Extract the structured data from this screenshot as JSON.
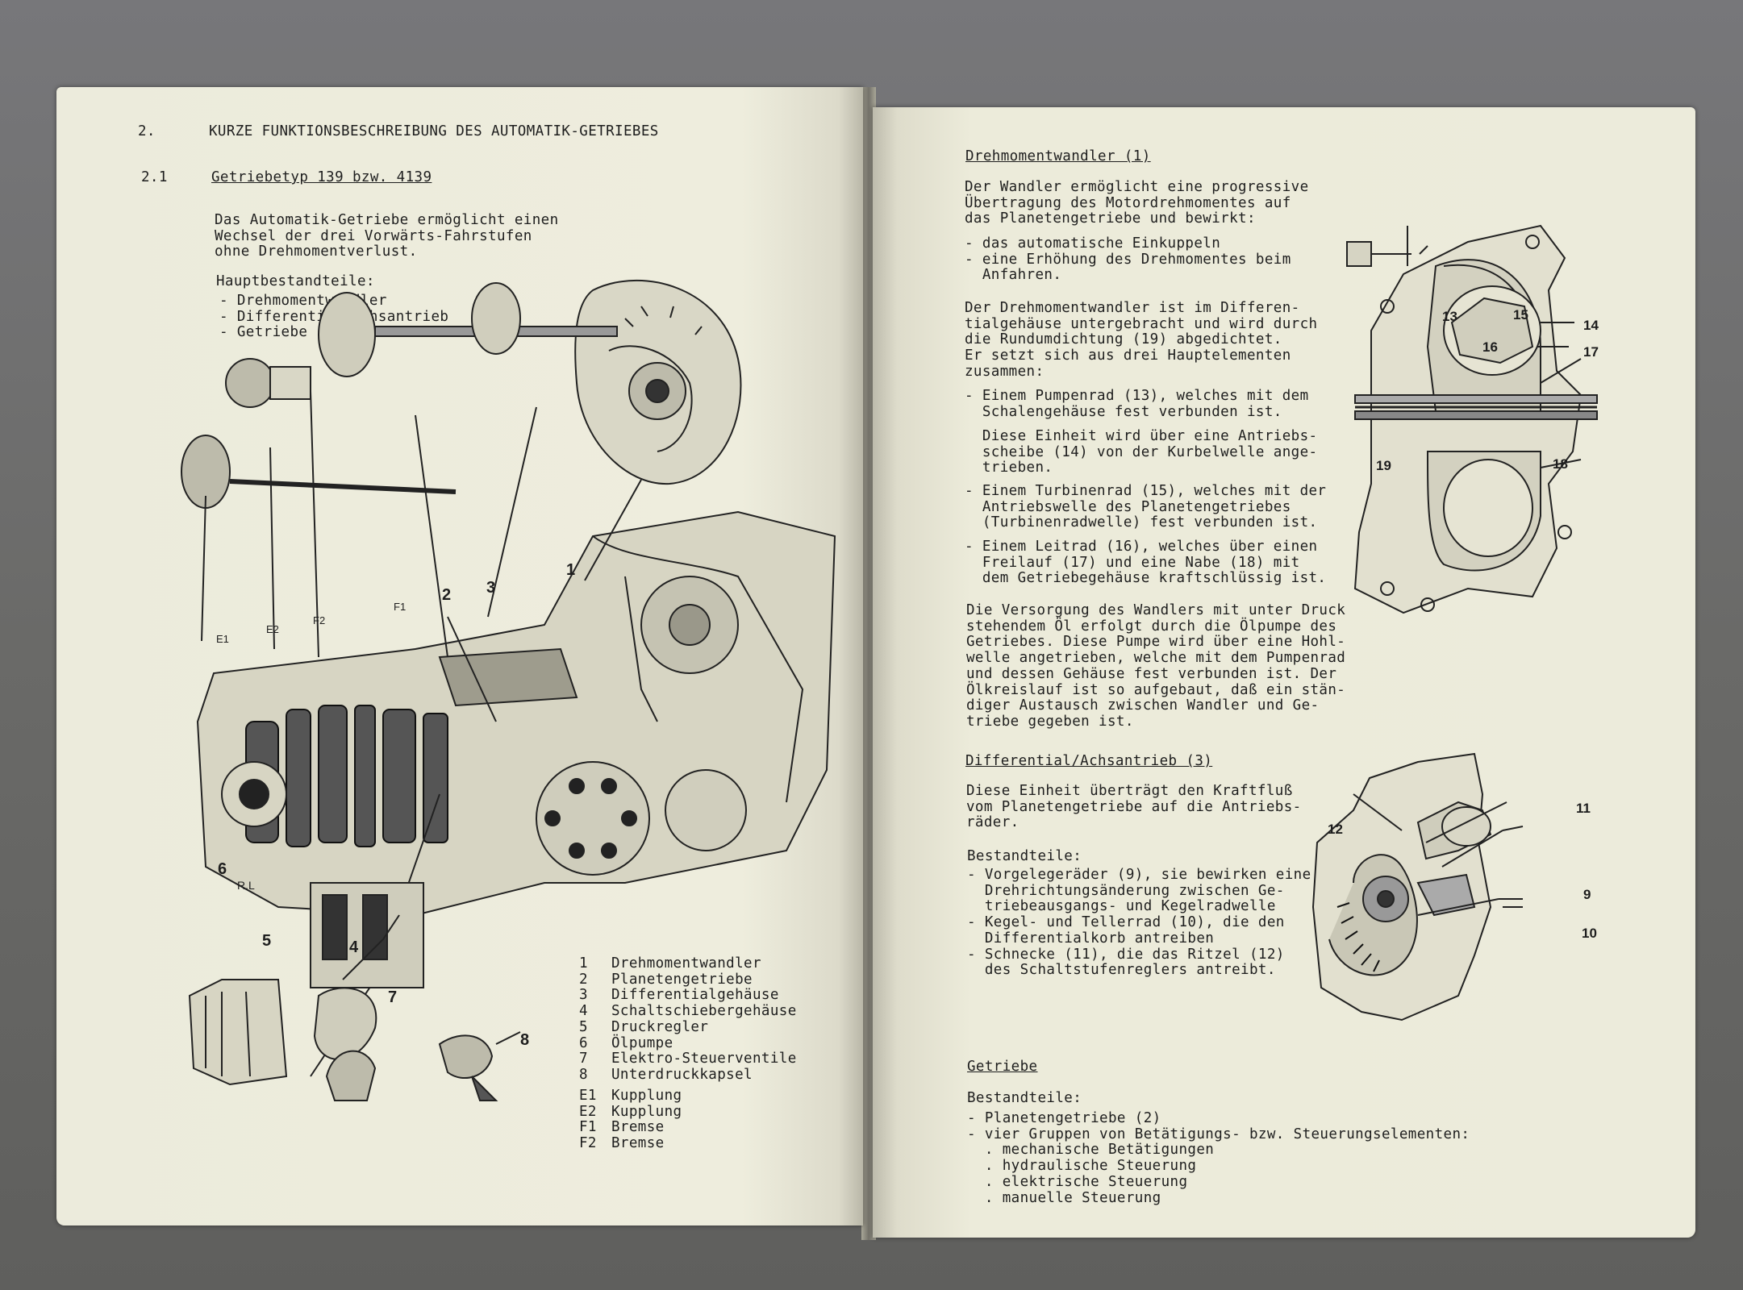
{
  "left": {
    "section_num": "2.",
    "section_title": "KURZE FUNKTIONSBESCHREIBUNG DES AUTOMATIK-GETRIEBES",
    "sub_num": "2.1",
    "sub_title": "Getriebetyp 139 bzw. 4139",
    "intro": [
      "Das Automatik-Getriebe ermöglicht einen",
      "Wechsel der drei Vorwärts-Fahrstufen",
      "ohne Drehmomentverlust."
    ],
    "main_parts_head": "Hauptbestandteile:",
    "main_parts": [
      "- Drehmomentwandler",
      "- Differential/Achsantrieb",
      "- Getriebe"
    ],
    "figure_labels": {
      "n1": "1",
      "n2": "2",
      "n3": "3",
      "n4": "4",
      "n5": "5",
      "n6": "6",
      "n7": "7",
      "n8": "8",
      "e1": "E1",
      "e2": "E2",
      "f1": "F1",
      "f2": "F2",
      "rl": "R.L"
    },
    "legend": [
      {
        "n": "1",
        "t": "Drehmomentwandler"
      },
      {
        "n": "2",
        "t": "Planetengetriebe"
      },
      {
        "n": "3",
        "t": "Differentialgehäuse"
      },
      {
        "n": "4",
        "t": "Schaltschiebergehäuse"
      },
      {
        "n": "5",
        "t": "Druckregler"
      },
      {
        "n": "6",
        "t": "Ölpumpe"
      },
      {
        "n": "7",
        "t": "Elektro-Steuerventile"
      },
      {
        "n": "8",
        "t": "Unterdruckkapsel"
      }
    ],
    "legend2": [
      {
        "n": "E1",
        "t": "Kupplung"
      },
      {
        "n": "E2",
        "t": "Kupplung"
      },
      {
        "n": "F1",
        "t": "Bremse"
      },
      {
        "n": "F2",
        "t": "Bremse"
      }
    ]
  },
  "right": {
    "h1": "Drehmomentwandler (1)",
    "p1": [
      "Der Wandler ermöglicht eine progressive",
      "Übertragung des Motordrehmomentes auf",
      "das Planetengetriebe und bewirkt:"
    ],
    "p1_items": [
      "- das automatische Einkuppeln",
      "- eine Erhöhung des Drehmomentes beim",
      "  Anfahren."
    ],
    "p2": [
      "Der Drehmomentwandler ist im Differen-",
      "tialgehäuse untergebracht und wird durch",
      "die Rundumdichtung (19) abgedichtet.",
      "Er setzt sich aus drei Hauptelementen",
      "zusammen:"
    ],
    "p2_items": [
      [
        "- Einem Pumpenrad (13), welches mit dem",
        "  Schalengehäuse fest verbunden ist."
      ],
      [
        "  Diese Einheit wird über eine Antriebs-",
        "  scheibe (14) von der Kurbelwelle ange-",
        "  trieben."
      ],
      [
        "- Einem Turbinenrad (15), welches mit der",
        "  Antriebswelle des Planetengetriebes",
        "  (Turbinenradwelle) fest verbunden ist."
      ],
      [
        "- Einem Leitrad (16), welches über einen",
        "  Freilauf (17) und eine Nabe (18) mit",
        "  dem Getriebegehäuse kraftschlüssig ist."
      ]
    ],
    "p3": [
      "Die Versorgung des Wandlers mit unter Druck",
      "stehendem Öl erfolgt durch die Ölpumpe des",
      "Getriebes. Diese Pumpe wird über eine Hohl-",
      "welle angetrieben, welche mit dem Pumpenrad",
      "und dessen Gehäuse fest verbunden ist. Der",
      "Ölkreislauf ist so aufgebaut, daß ein stän-",
      "diger Austausch zwischen Wandler und Ge-",
      "triebe gegeben ist."
    ],
    "h2": "Differential/Achsantrieb (3)",
    "p4": [
      "Diese Einheit überträgt den Kraftfluß",
      "vom Planetengetriebe auf die Antriebs-",
      "räder."
    ],
    "p4_head": "Bestandteile:",
    "p4_items": [
      "- Vorgelegeräder (9), sie bewirken eine",
      "  Drehrichtungsänderung zwischen Ge-",
      "  triebeausgangs- und Kegelradwelle",
      "- Kegel- und Tellerrad (10), die den",
      "  Differentialkorb antreiben",
      "- Schnecke (11), die das Ritzel (12)",
      "  des Schaltstufenreglers antreibt."
    ],
    "h3": "Getriebe",
    "p5_head": "Bestandteile:",
    "p5_items": [
      "- Planetengetriebe (2)",
      "- vier Gruppen von Betätigungs- bzw. Steuerungselementen:",
      "  . mechanische Betätigungen",
      "  . hydraulische Steuerung",
      "  . elektrische Steuerung",
      "  . manuelle Steuerung"
    ],
    "fig1_labels": {
      "l13": "13",
      "l15": "15",
      "l14": "14",
      "l16": "16",
      "l17": "17",
      "l19": "19",
      "l18": "18"
    },
    "fig2_labels": {
      "l11": "11",
      "l12": "12",
      "l9": "9",
      "l10": "10"
    }
  }
}
